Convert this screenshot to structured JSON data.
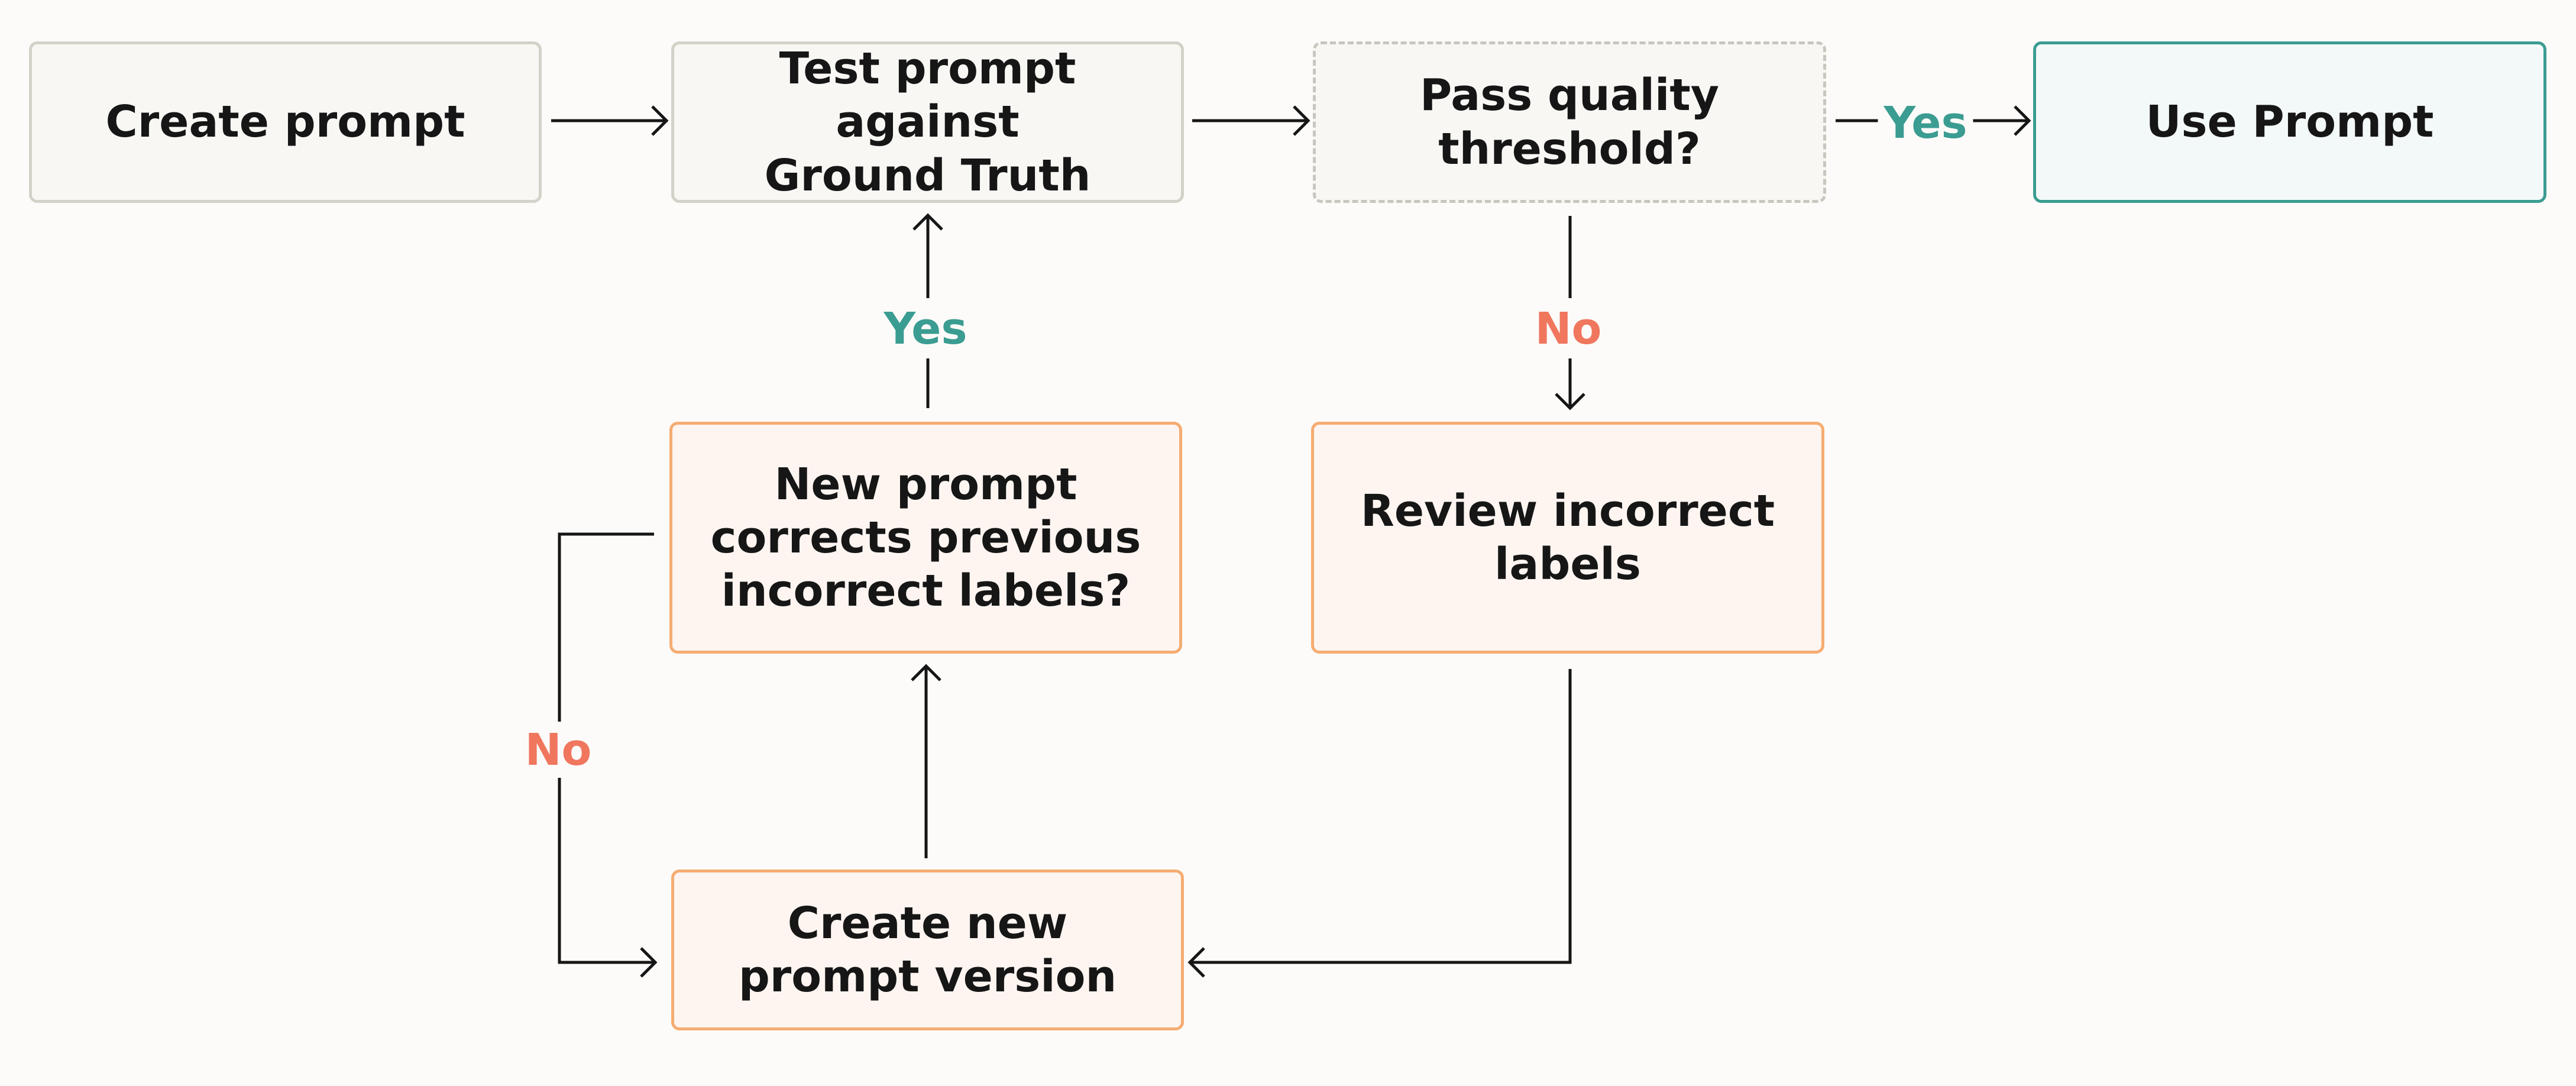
{
  "nodes": {
    "create_prompt": "Create prompt",
    "test_prompt": "Test prompt against\nGround Truth",
    "pass_threshold": "Pass quality\nthreshold?",
    "use_prompt": "Use Prompt",
    "new_prompt_corrects": "New prompt\ncorrects previous\nincorrect labels?",
    "review_labels": "Review incorrect\nlabels",
    "create_new_version": "Create new\nprompt version"
  },
  "edge_labels": {
    "threshold_yes": "Yes",
    "threshold_no": "No",
    "corrects_yes": "Yes",
    "corrects_no": "No"
  },
  "colors": {
    "yes": "#3b9c92",
    "no": "#f0765e",
    "warm_border": "#f5ac72",
    "result_border": "#3b9c92",
    "neutral_border": "#d4d1c8"
  }
}
